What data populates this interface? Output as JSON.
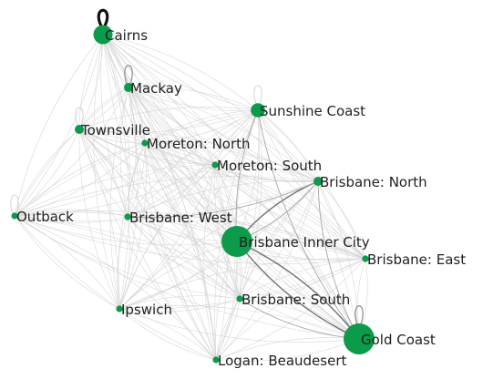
{
  "diagram": {
    "node_color": "#0b9b4b",
    "nodes": [
      {
        "id": "cairns",
        "label": "Cairns",
        "weight": 3,
        "loop": "dark"
      },
      {
        "id": "mackay",
        "label": "Mackay",
        "weight": 1,
        "loop": "mid"
      },
      {
        "id": "townsville",
        "label": "Townsville",
        "weight": 1,
        "loop": "light"
      },
      {
        "id": "moreton_north",
        "label": "Moreton: North",
        "weight": 0,
        "loop": ""
      },
      {
        "id": "sunshine_coast",
        "label": "Sunshine Coast",
        "weight": 2,
        "loop": "light"
      },
      {
        "id": "moreton_south",
        "label": "Moreton: South",
        "weight": 0,
        "loop": ""
      },
      {
        "id": "brisbane_north",
        "label": "Brisbane: North",
        "weight": 1,
        "loop": ""
      },
      {
        "id": "outback",
        "label": "Outback",
        "weight": 0,
        "loop": "light"
      },
      {
        "id": "brisbane_west",
        "label": "Brisbane: West",
        "weight": 0,
        "loop": ""
      },
      {
        "id": "brisbane_inner_city",
        "label": "Brisbane Inner City",
        "weight": 5,
        "loop": ""
      },
      {
        "id": "brisbane_east",
        "label": "Brisbane: East",
        "weight": 0,
        "loop": ""
      },
      {
        "id": "brisbane_south",
        "label": "Brisbane: South",
        "weight": 0,
        "loop": ""
      },
      {
        "id": "ipswich",
        "label": "Ipswich",
        "weight": 0,
        "loop": ""
      },
      {
        "id": "gold_coast",
        "label": "Gold Coast",
        "weight": 5,
        "loop": "mid"
      },
      {
        "id": "logan_beaudesert",
        "label": "Logan: Beaudesert",
        "weight": 0,
        "loop": ""
      }
    ],
    "strong_edges": [
      [
        "brisbane_inner_city",
        "gold_coast",
        "dark"
      ],
      [
        "gold_coast",
        "brisbane_inner_city",
        "dark"
      ],
      [
        "brisbane_north",
        "gold_coast",
        "mid"
      ],
      [
        "brisbane_north",
        "brisbane_inner_city",
        "dark"
      ],
      [
        "brisbane_west",
        "brisbane_north",
        "mid"
      ],
      [
        "sunshine_coast",
        "brisbane_inner_city",
        "mid"
      ],
      [
        "brisbane_south",
        "gold_coast",
        "mid"
      ],
      [
        "brisbane_inner_city",
        "brisbane_north",
        "mid"
      ],
      [
        "sunshine_coast",
        "gold_coast",
        "mid"
      ]
    ]
  }
}
